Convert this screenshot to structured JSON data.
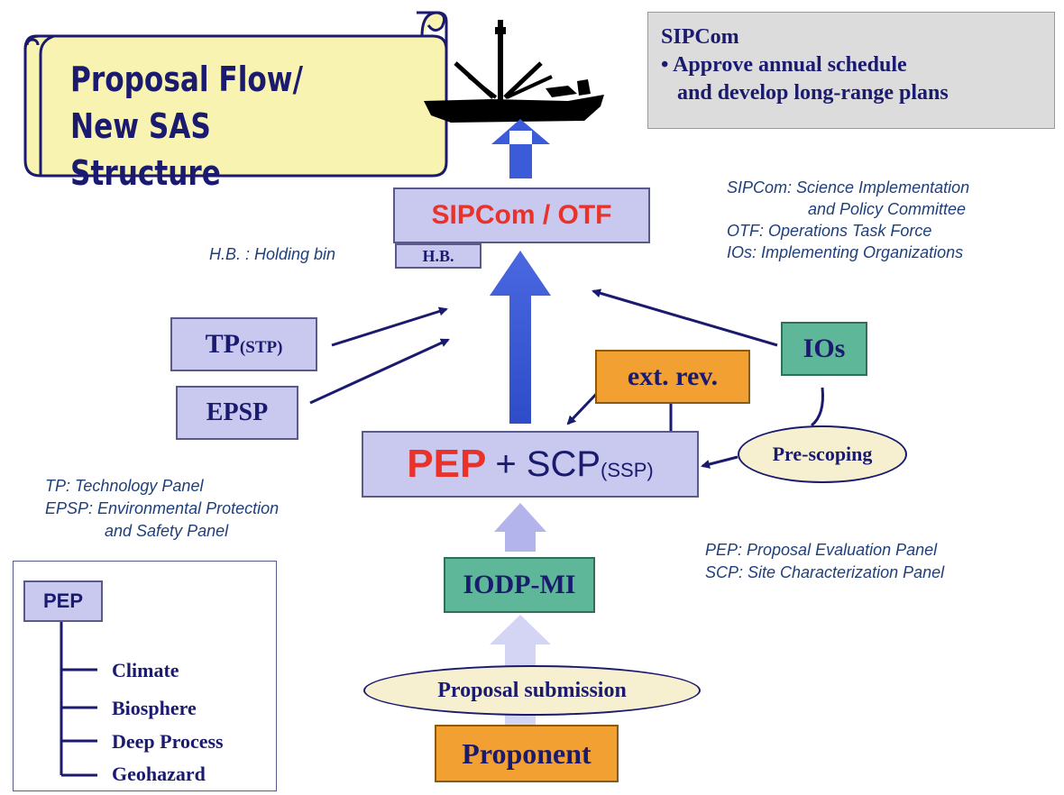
{
  "title": {
    "line1": "Proposal Flow/",
    "line2": "New SAS Structure"
  },
  "sipcom_panel": {
    "heading": "SIPCom",
    "bullet_line1": "• Approve annual schedule",
    "bullet_line2": "and develop long-range plans"
  },
  "nodes": {
    "sipcom_otf": "SIPCom / OTF",
    "hb": "H.B.",
    "tp": "TP",
    "tp_sub": "(STP)",
    "epsp": "EPSP",
    "ios": "IOs",
    "ext_rev": "ext. rev.",
    "pep": "PEP",
    "plus": "+ SCP",
    "scp_sub": "(SSP)",
    "pre_scoping": "Pre-scoping",
    "iodp_mi": "IODP-MI",
    "proposal_submission": "Proposal submission",
    "proponent": "Proponent"
  },
  "notes": {
    "hb": "H.B. :  Holding bin",
    "sipcom_def1": "SIPCom: Science Implementation",
    "sipcom_def2": "and Policy Committee",
    "otf_def": "OTF: Operations Task Force",
    "ios_def": "IOs: Implementing Organizations",
    "tp_def": "TP: Technology Panel",
    "epsp_def1": "EPSP: Environmental Protection",
    "epsp_def2": "and Safety Panel",
    "pep_def": "PEP: Proposal Evaluation Panel",
    "scp_def": "SCP: Site Characterization Panel"
  },
  "pep_tree": {
    "root": "PEP",
    "children": [
      "Climate",
      "Biosphere",
      "Deep Process",
      "Geohazard"
    ]
  },
  "colors": {
    "navy": "#1a1a6e",
    "red": "#e8322a",
    "arrow_blue": "#3b5bd8",
    "lavender": "#c9c9f0",
    "green": "#5fb79a",
    "orange": "#f2a031",
    "cream": "#f7f0d0",
    "scroll_yellow": "#f8f3b0"
  }
}
